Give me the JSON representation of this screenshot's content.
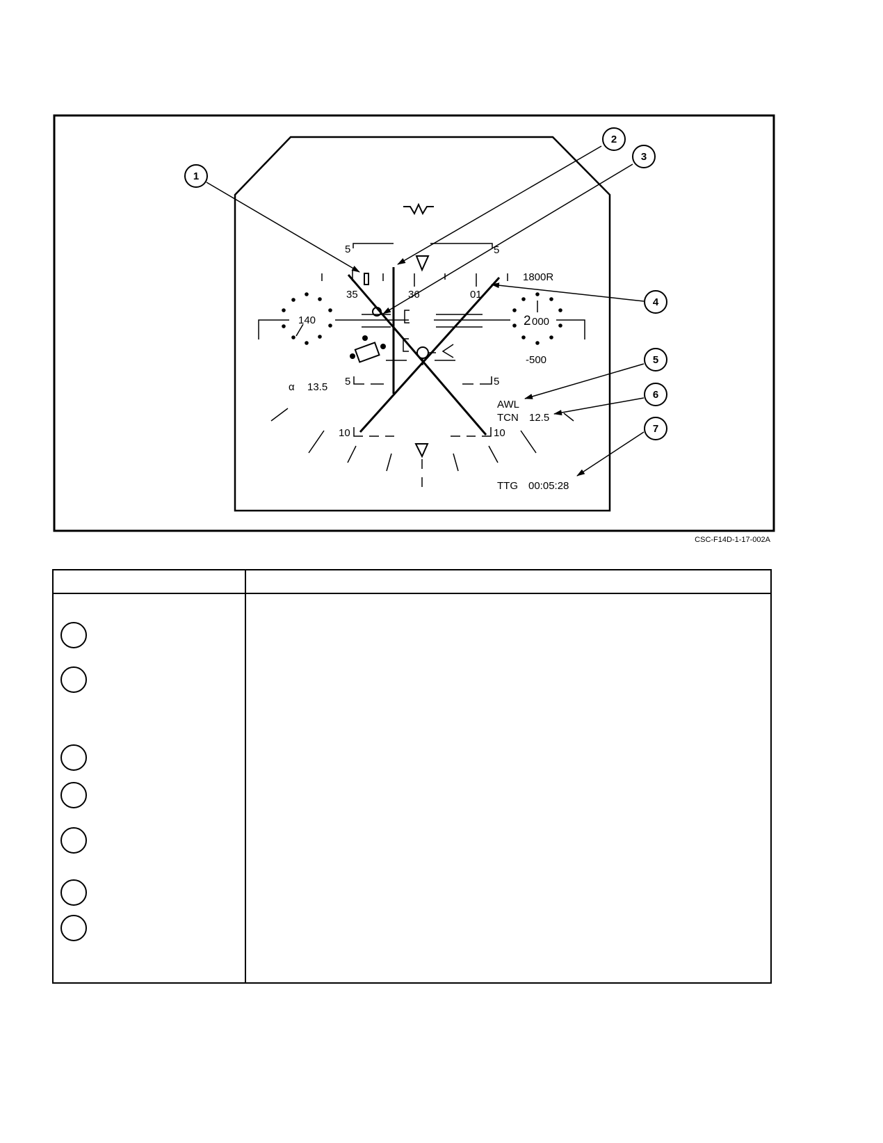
{
  "hud": {
    "heading_scale": {
      "left": "35",
      "center": "36",
      "right": "01"
    },
    "pitch_ladder": {
      "upper_left": "5",
      "upper_right": "5",
      "middle_left": "5",
      "middle_right": "5",
      "lower_left": "10",
      "lower_right": "10"
    },
    "airspeed": "140",
    "altitude_major": "2",
    "altitude_minor": "000",
    "vertical_velocity": "-500",
    "range_readout": "1800R",
    "alpha_symbol": "α",
    "alpha_value": "13.5",
    "mode_awl": "AWL",
    "tacan_label": "TCN",
    "tacan_value": "12.5",
    "ttg_label": "TTG",
    "ttg_value": "00:05:28"
  },
  "callouts": [
    "1",
    "2",
    "3",
    "4",
    "5",
    "6",
    "7"
  ],
  "figure_id": "CSC-F14D-1-17-002A",
  "legend": {
    "rows": 7
  }
}
